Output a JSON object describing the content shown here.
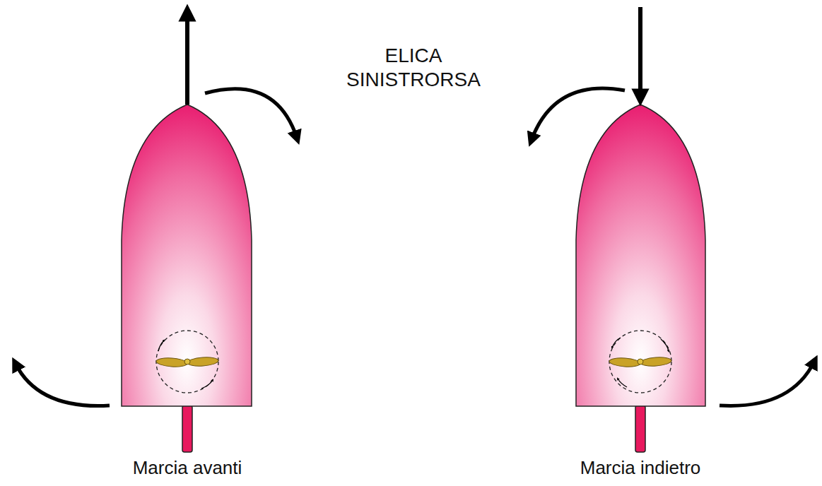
{
  "diagram": {
    "title": "ELICA SINISTRORSA",
    "labels": [
      "Marcia avanti",
      "Marcia indietro"
    ]
  }
}
